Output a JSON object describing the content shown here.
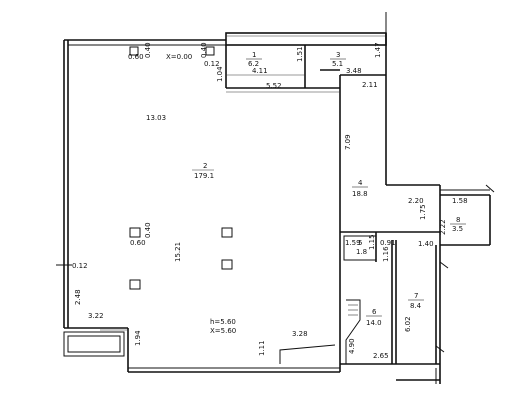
{
  "rooms": {
    "r1": {
      "number": "1",
      "area": "6.2"
    },
    "r2": {
      "number": "2",
      "area": "179.1"
    },
    "r3": {
      "number": "3",
      "area": "5.1"
    },
    "r4": {
      "number": "4",
      "area": "18.8"
    },
    "r5": {
      "number": "5",
      "area": "1.8"
    },
    "r6": {
      "number": "6",
      "area": "14.0"
    },
    "r7": {
      "number": "7",
      "area": "8.4"
    },
    "r8": {
      "number": "8",
      "area": "3.5"
    }
  },
  "marks": {
    "level_top": "X=0.00",
    "level_bottom_h": "h=5.60",
    "level_bottom_x": "X=5.60"
  },
  "dims": {
    "d_060_top": "0.60",
    "d_040_a": "0.40",
    "d_040_b": "0.40",
    "d_012_top": "0.12",
    "d_104": "1.04",
    "d_411": "4.11",
    "d_151": "1.51",
    "d_348": "3.48",
    "d_147": "1.47",
    "d_552": "5.52",
    "d_211": "2.11",
    "d_1303": "13.03",
    "d_709": "7.09",
    "d_220": "2.20",
    "d_158": "1.58",
    "d_175": "1.75",
    "d_222": "2.22",
    "d_140": "1.40",
    "d_040_mid": "0.40",
    "d_060_mid": "0.60",
    "d_1521": "15.21",
    "d_159": "1.59",
    "d_115": "1.15",
    "d_091": "0.91",
    "d_116": "1.16",
    "d_012_left": "0.12",
    "d_248": "2.48",
    "d_322": "3.22",
    "d_194": "1.94",
    "d_328": "3.28",
    "d_111": "1.11",
    "d_490": "4.90",
    "d_265": "2.65",
    "d_602": "6.02"
  }
}
